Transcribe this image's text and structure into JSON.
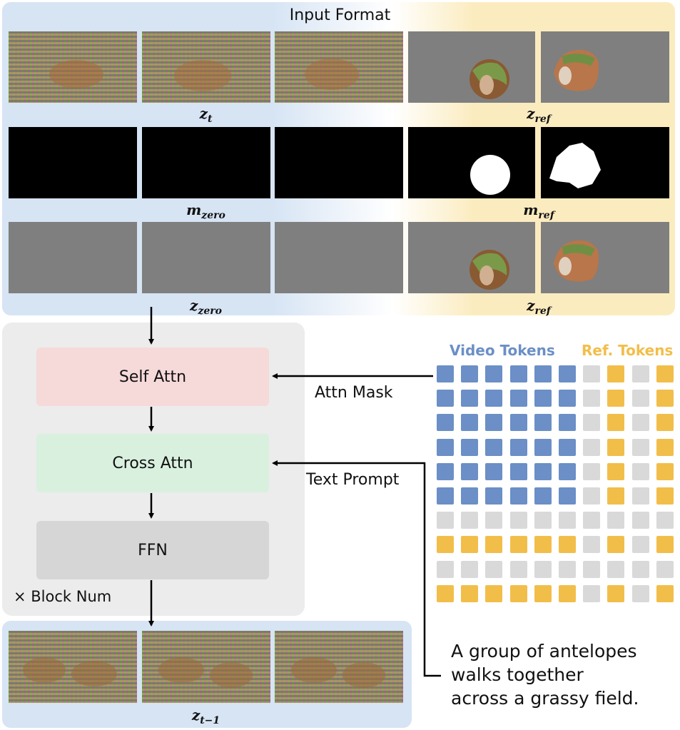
{
  "diagram": {
    "input_panel": {
      "title": "Input Format",
      "rows": [
        {
          "left_symbol": "z",
          "left_sub": "t",
          "right_symbol": "z",
          "right_sub": "ref"
        },
        {
          "left_symbol": "m",
          "left_sub": "zero",
          "right_symbol": "m",
          "right_sub": "ref"
        },
        {
          "left_symbol": "z",
          "left_sub": "zero",
          "right_symbol": "z",
          "right_sub": "ref"
        }
      ]
    },
    "blocks": {
      "self_attn": "Self Attn",
      "cross_attn": "Cross Attn",
      "ffn": "FFN",
      "repeat_label": "× Block Num"
    },
    "arrows": {
      "attn_mask": "Attn Mask",
      "text_prompt": "Text Prompt"
    },
    "token_matrix": {
      "video_label": "Video Tokens",
      "ref_label": "Ref. Tokens",
      "size": 10,
      "video_count": 6,
      "ref_indices": [
        7,
        9
      ],
      "colors": {
        "video": "#6b8fc6",
        "ref": "#f2be4a",
        "masked": "#d9d9d9"
      }
    },
    "output": {
      "symbol": "z",
      "sub": "t−1"
    },
    "prompt_lines": [
      "A group of antelopes",
      "walks together",
      "across a grassy field."
    ]
  }
}
